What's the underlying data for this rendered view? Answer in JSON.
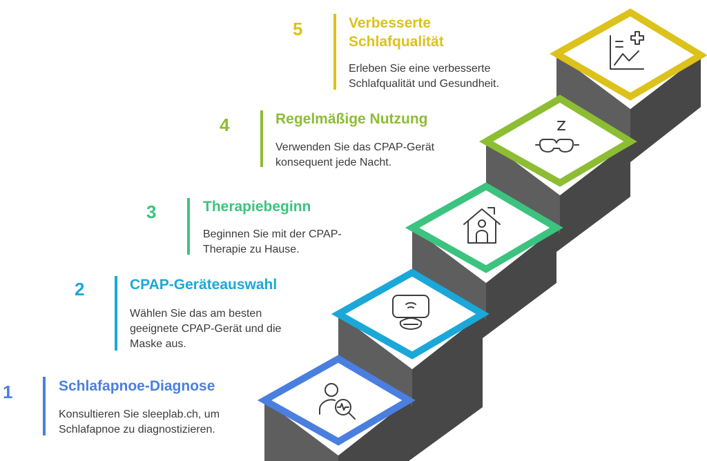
{
  "steps": [
    {
      "number": "1",
      "title": "Schlafapnoe-Diagnose",
      "description": "Konsultieren Sie sleeplab.ch, um Schlafapnoe zu diagnostizieren.",
      "color": "#4a7fe0",
      "icon": "doctor-diagnosis-icon"
    },
    {
      "number": "2",
      "title": "CPAP-Geräteauswahl",
      "description": "Wählen Sie das am besten geeignete CPAP-Gerät und die Maske aus.",
      "color": "#1aa8d8",
      "icon": "cpap-mask-icon"
    },
    {
      "number": "3",
      "title": "Therapiebeginn",
      "description": "Beginnen Sie mit der CPAP-Therapie zu Hause.",
      "color": "#3cc37f",
      "icon": "home-person-icon"
    },
    {
      "number": "4",
      "title": "Regelmäßige Nutzung",
      "description": "Verwenden Sie das CPAP-Gerät konsequent jede Nacht.",
      "color": "#8cbd33",
      "icon": "sleep-mask-icon"
    },
    {
      "number": "5",
      "title": "Verbesserte Schlafqualität",
      "description": "Erleben Sie eine verbesserte Schlafqualität und Gesundheit.",
      "color": "#dcc21a",
      "icon": "health-chart-icon"
    }
  ],
  "colors": {
    "stair_front": "#5e5e5e",
    "stair_side": "#474747",
    "tile_face": "#ffffff",
    "icon_stroke": "#3d3d3d"
  }
}
